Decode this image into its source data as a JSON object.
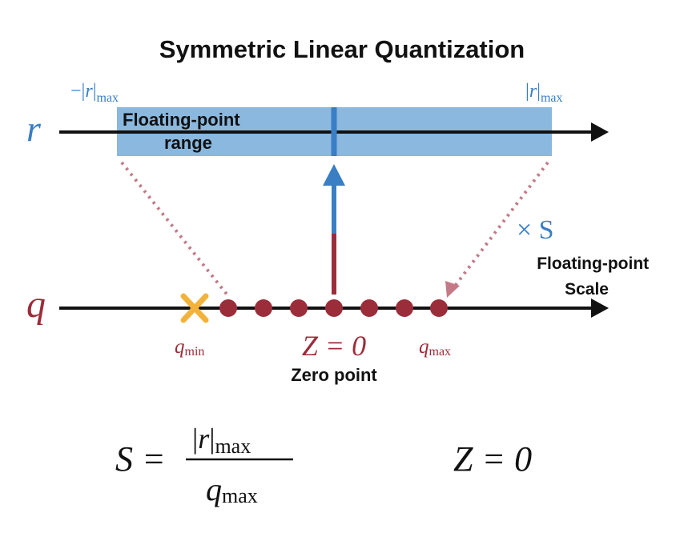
{
  "title": "Symmetric Linear Quantization",
  "colors": {
    "blue": "#3a7ec4",
    "range_fill": "#8ab8de",
    "red": "#9b2d3a",
    "pink_dotted": "#c47a86",
    "orange": "#f2b33d",
    "black": "#111111"
  },
  "r_axis": {
    "var": "r",
    "left_label": {
      "prefix": "−|",
      "var": "r",
      "suffix": "|",
      "sub": "max"
    },
    "right_label": {
      "prefix": "|",
      "var": "r",
      "suffix": "|",
      "sub": "max"
    },
    "range_label_line1": "Floating-point",
    "range_label_line2": "range"
  },
  "q_axis": {
    "var": "q",
    "min_label": {
      "var": "q",
      "sub": "min"
    },
    "max_label": {
      "var": "q",
      "sub": "max"
    },
    "zero_label": "Z = 0",
    "zero_caption": "Zero point",
    "clipped_marker": "×"
  },
  "scale": {
    "symbol": "× S",
    "caption_line1": "Floating-point",
    "caption_line2": "Scale"
  },
  "formulas": {
    "s_lhs": "S =",
    "s_num_prefix": "|",
    "s_num_var": "r",
    "s_num_suffix": "|",
    "s_num_sub": "max",
    "s_den_var": "q",
    "s_den_sub": "max",
    "z_eq": "Z = 0"
  }
}
